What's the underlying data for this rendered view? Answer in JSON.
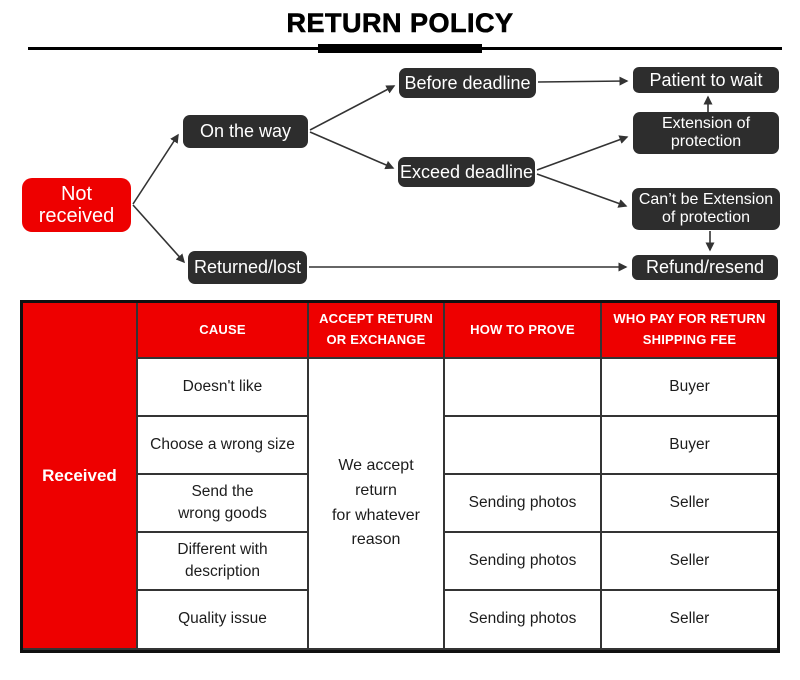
{
  "title": "RETURN POLICY",
  "colors": {
    "accent_red": "#ee0000",
    "node_dark": "#2d2d2d",
    "text_light": "#ffffff"
  },
  "flowchart": {
    "nodes": {
      "not_received": "Not received",
      "on_the_way": "On the way",
      "returned_lost": "Returned/lost",
      "before_deadline": "Before deadline",
      "exceed_deadline": "Exceed deadline",
      "patient_to_wait": "Patient to wait",
      "extension_of_protection": "Extension of\nprotection",
      "cant_be_extension": "Can’t be Extension\nof protection",
      "refund_resend": "Refund/resend"
    }
  },
  "table": {
    "row_group_label": "Received",
    "headers": {
      "cause": "CAUSE",
      "accept": "ACCEPT RETURN\nOR EXCHANGE",
      "prove": "HOW TO PROVE",
      "pay": "WHO PAY FOR RETURN\nSHIPPING FEE"
    },
    "accept_cell": "We accept\nreturn\nfor whatever\nreason",
    "rows": [
      {
        "cause": "Doesn't like",
        "prove": "",
        "payer": "Buyer"
      },
      {
        "cause": "Choose a wrong size",
        "prove": "",
        "payer": "Buyer"
      },
      {
        "cause": "Send the\nwrong goods",
        "prove": "Sending photos",
        "payer": "Seller"
      },
      {
        "cause": "Different with\ndescription",
        "prove": "Sending photos",
        "payer": "Seller"
      },
      {
        "cause": "Quality issue",
        "prove": "Sending photos",
        "payer": "Seller"
      }
    ]
  }
}
